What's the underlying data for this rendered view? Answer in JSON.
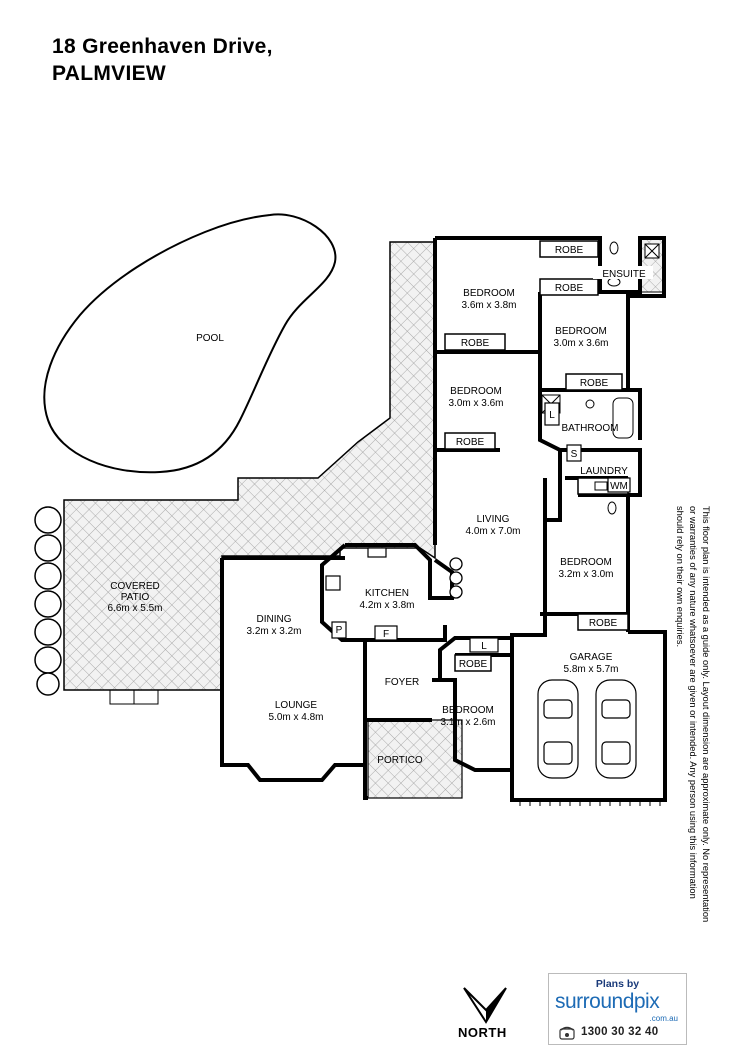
{
  "header": {
    "line1": "18 Greenhaven Drive,",
    "line2": "PALMVIEW"
  },
  "rooms": {
    "pool": "POOL",
    "covered_patio": {
      "name": "COVERED",
      "name2": "PATIO",
      "size": "6.6m x 5.5m"
    },
    "bedroom_main": {
      "name": "BEDROOM",
      "size": "3.6m x 3.8m"
    },
    "bedroom_ne": {
      "name": "BEDROOM",
      "size": "3.0m x 3.6m"
    },
    "bedroom_mid": {
      "name": "BEDROOM",
      "size": "3.0m x 3.6m"
    },
    "bedroom_east": {
      "name": "BEDROOM",
      "size": "3.2m x 3.0m"
    },
    "bedroom_front": {
      "name": "BEDROOM",
      "size": "3.1m x 2.6m"
    },
    "living": {
      "name": "LIVING",
      "size": "4.0m x 7.0m"
    },
    "kitchen": {
      "name": "KITCHEN",
      "size": "4.2m x 3.8m"
    },
    "dining": {
      "name": "DINING",
      "size": "3.2m x 3.2m"
    },
    "lounge": {
      "name": "LOUNGE",
      "size": "5.0m x 4.8m"
    },
    "garage": {
      "name": "GARAGE",
      "size": "5.8m x 5.7m"
    },
    "foyer": "FOYER",
    "portico": "PORTICO",
    "ensuite": "ENSUITE",
    "bathroom": "BATHROOM",
    "laundry": "LAUNDRY"
  },
  "fixtures": {
    "robe": "ROBE",
    "linen": "L",
    "shower": "S",
    "washing_machine": "WM",
    "pantry": "P",
    "fridge": "F"
  },
  "compass": {
    "label": "NORTH"
  },
  "disclaimer": "This floor plan is intended as a guide only. Layout dimension are approximate only. No representation or warranties of any nature whatsoever are given or intended. Any person using this information should rely on their own enquiries.",
  "logo": {
    "tagline": "Plans by",
    "brand": "surroundpix",
    "domain": ".com.au",
    "phone": "1300 30 32 40"
  }
}
